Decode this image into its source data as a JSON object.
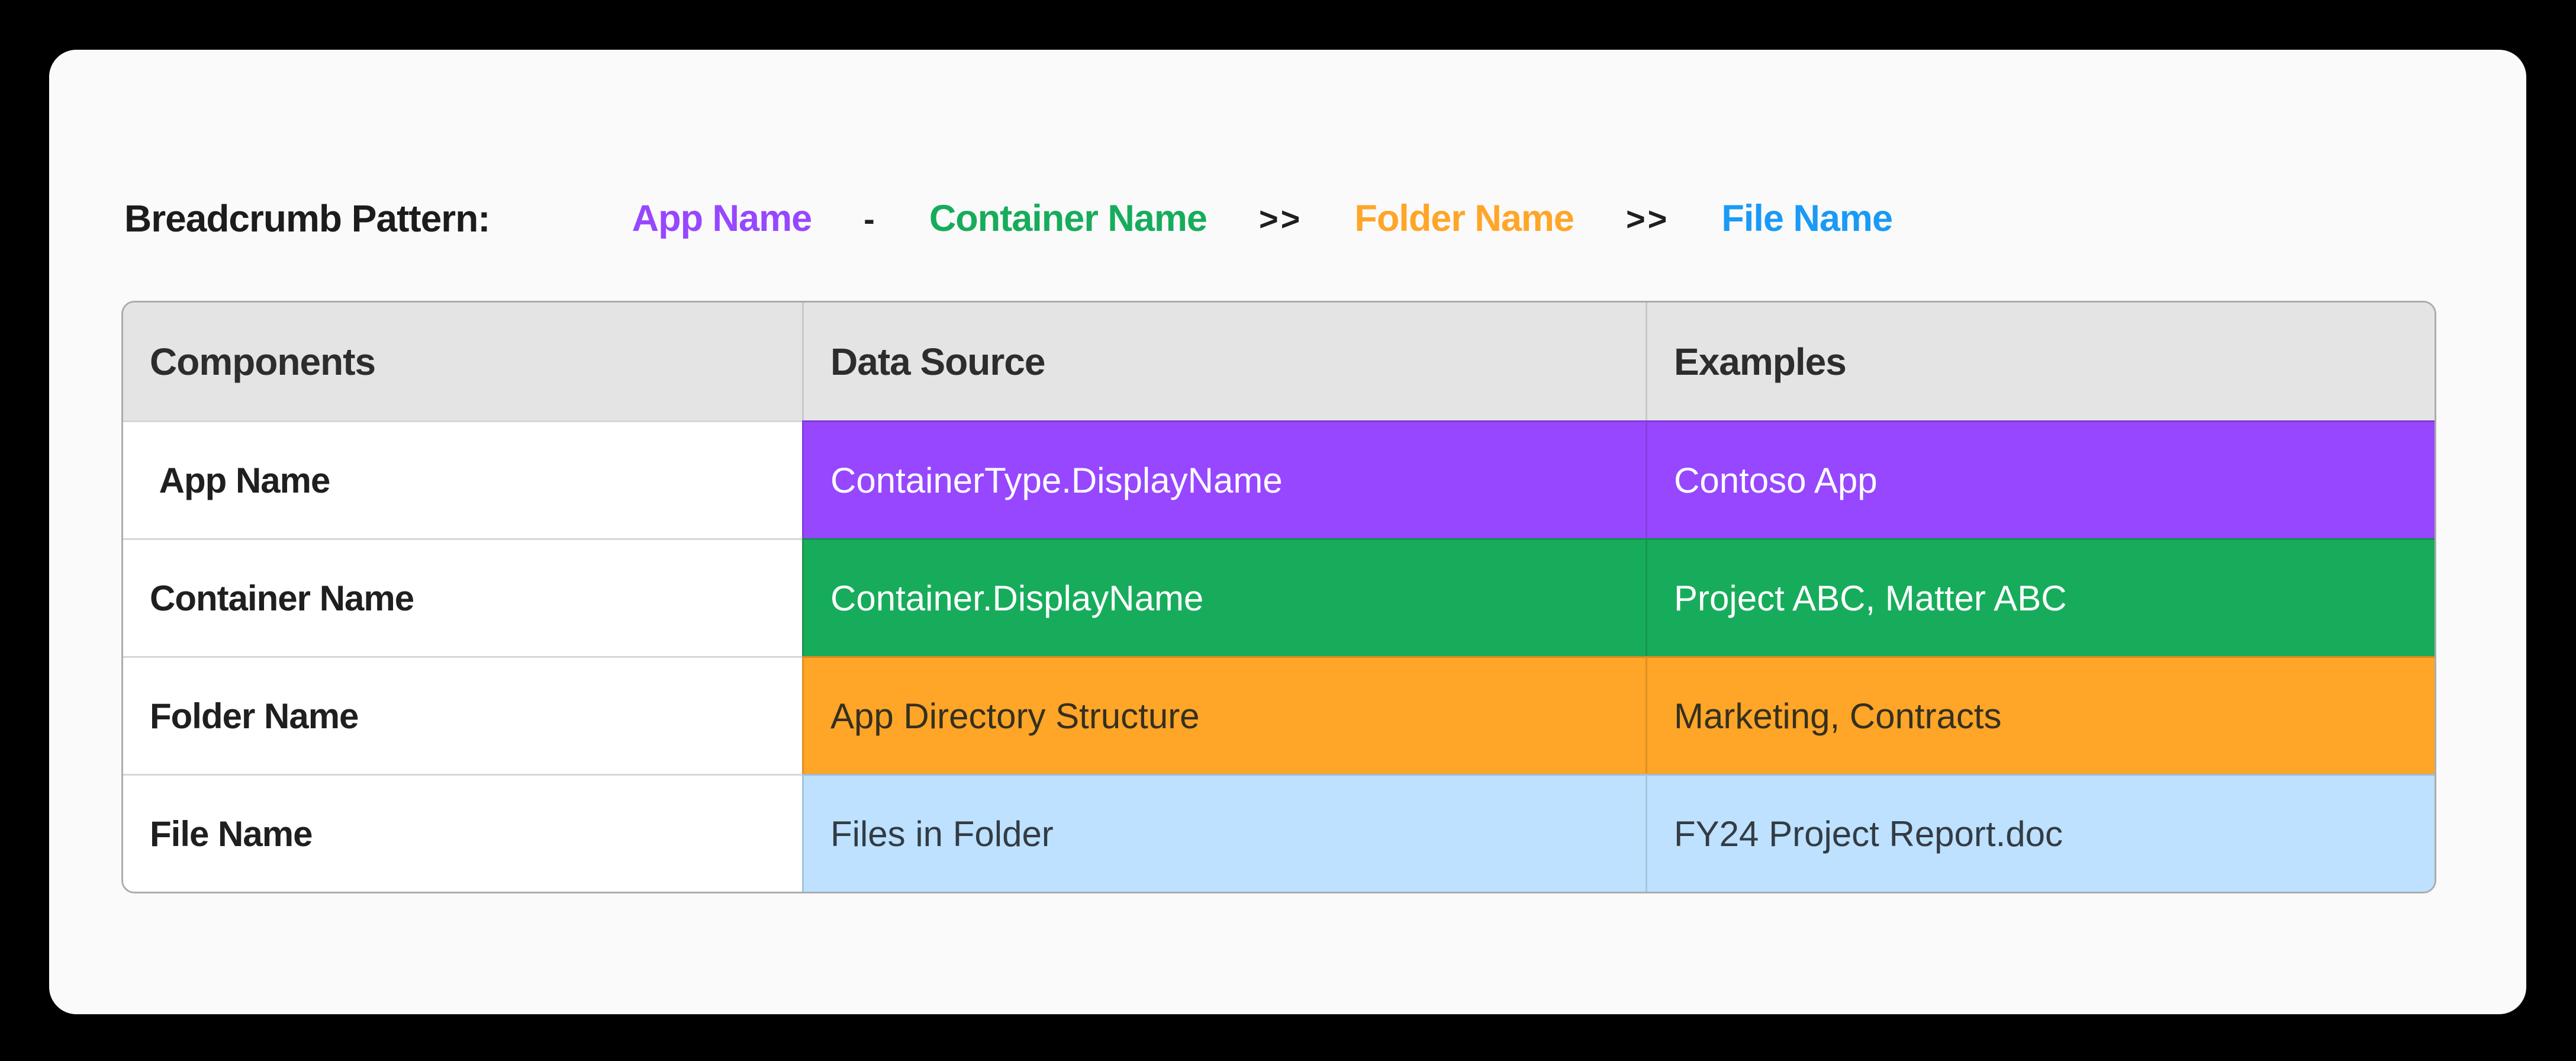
{
  "breadcrumb": {
    "title": "Breadcrumb Pattern:",
    "items": [
      {
        "label": "App Name",
        "color": "#9747FF"
      },
      {
        "label": "Container Name",
        "color": "#17AC5B"
      },
      {
        "label": "Folder Name",
        "color": "#FFA528"
      },
      {
        "label": "File Name",
        "color": "#1A9AF5"
      }
    ],
    "separators": [
      "-",
      ">>",
      ">>"
    ]
  },
  "table": {
    "headers": [
      "Components",
      "Data Source",
      "Examples"
    ],
    "rows": [
      {
        "component": " App Name",
        "data_source": "ContainerType.DisplayName",
        "example": "Contoso App",
        "row_color": "#9747FF",
        "text_color": "#FFFFFF"
      },
      {
        "component": "Container Name",
        "data_source": "Container.DisplayName",
        "example": "Project ABC, Matter ABC",
        "row_color": "#17AC5B",
        "text_color": "#FFFFFF"
      },
      {
        "component": "Folder Name",
        "data_source": "App Directory Structure",
        "example": "Marketing, Contracts",
        "row_color": "#FFA528",
        "text_color": "#34301F"
      },
      {
        "component": "File Name",
        "data_source": "Files in Folder",
        "example": "FY24 Project Report.doc",
        "row_color": "#BDE1FE",
        "text_color": "#333B44"
      }
    ]
  }
}
